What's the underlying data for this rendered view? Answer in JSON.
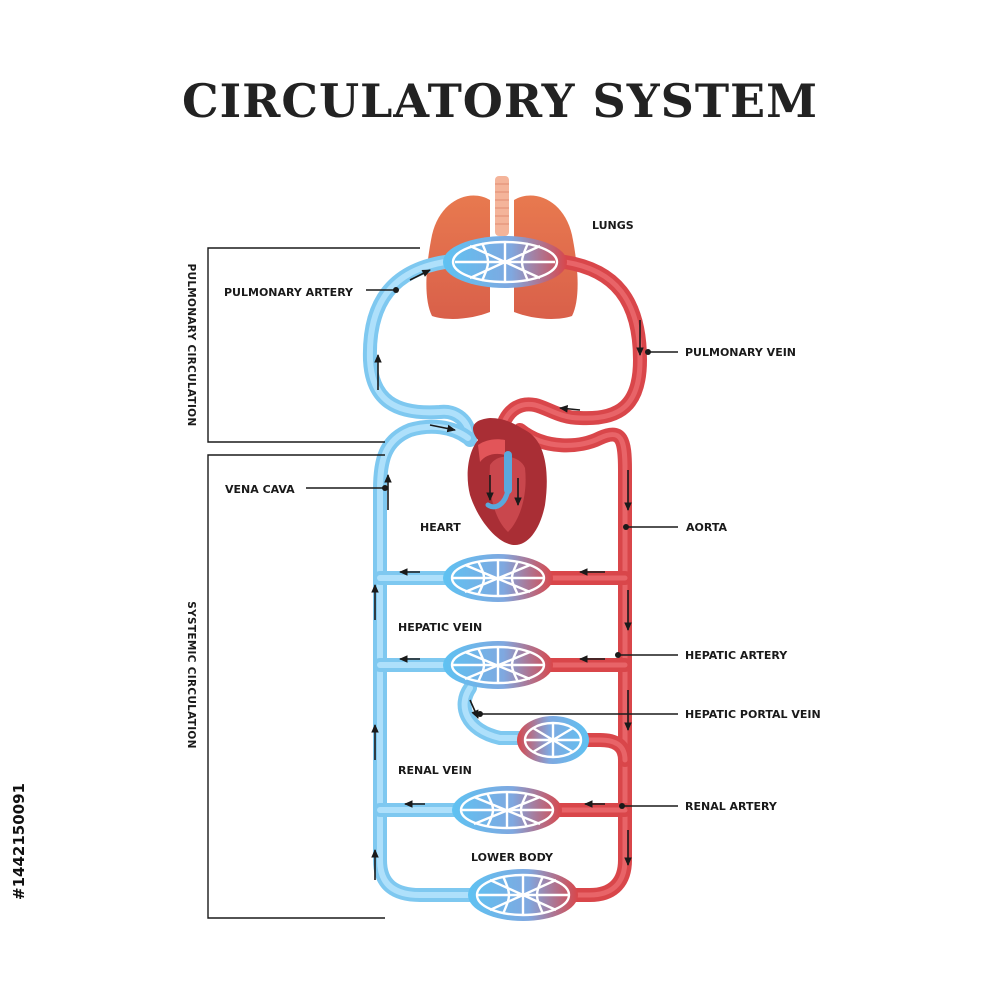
{
  "title": "CIRCULATORY SYSTEM",
  "labels": {
    "lungs": "LUNGS",
    "pulmonary_artery": "PULMONARY ARTERY",
    "pulmonary_vein": "PULMONARY VEIN",
    "vena_cava": "VENA CAVA",
    "heart": "HEART",
    "aorta": "AORTA",
    "hepatic_vein": "HEPATIC VEIN",
    "hepatic_artery": "HEPATIC ARTERY",
    "hepatic_portal_vein": "HEPATIC PORTAL VEIN",
    "renal_vein": "RENAL VEIN",
    "renal_artery": "RENAL ARTERY",
    "lower_body": "LOWER BODY"
  },
  "sections": {
    "pulmonary": "PULMONARY CIRCULATION",
    "systemic": "SYSTEMIC CIRCULATION"
  },
  "watermark_id": "#1442150091",
  "colors": {
    "deoxygenated": "#7ec8f0",
    "oxygenated": "#d9464a",
    "lungs": "#e1704f",
    "heart": "#a92e35"
  }
}
